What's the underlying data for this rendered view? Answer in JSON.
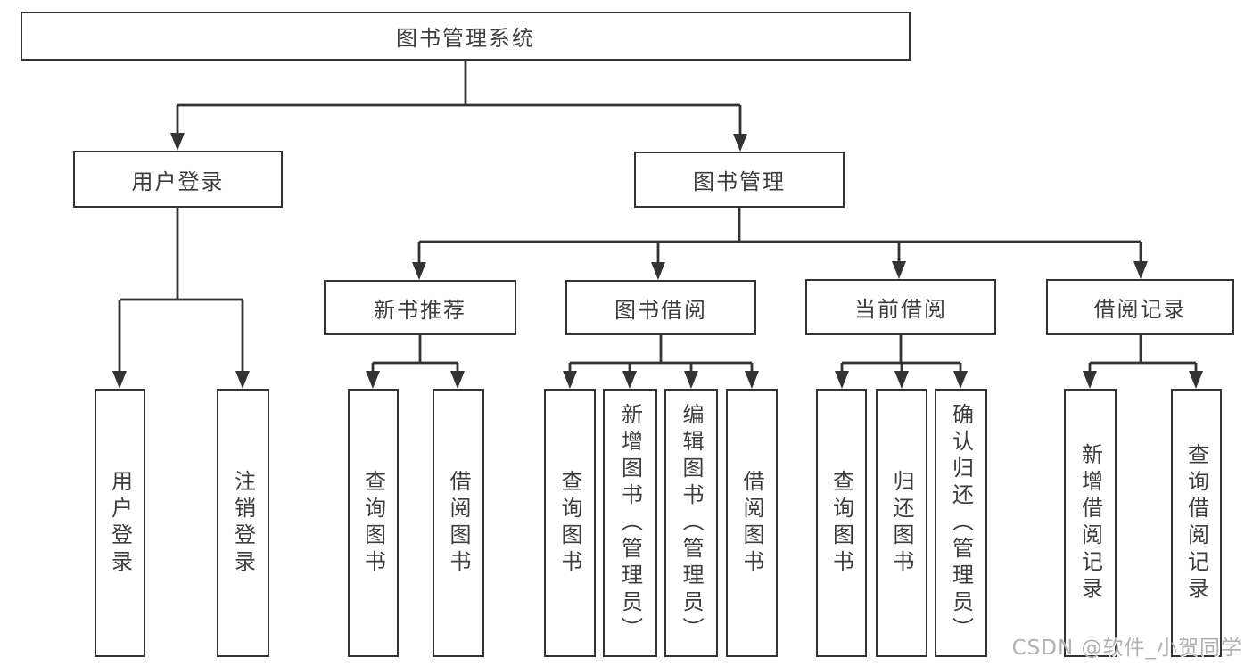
{
  "watermark": {
    "text": "CSDN @软件_小贺同学"
  },
  "colors": {
    "line": "#333333",
    "box_border": "#333333",
    "box_background": "#ffffff",
    "text": "#3d3d3d",
    "watermark": "#b0b0b0",
    "page_background": "#ffffff"
  },
  "tree": {
    "label": "图书管理系统",
    "children": [
      {
        "label": "用户登录",
        "children": [
          {
            "label": "用户登录"
          },
          {
            "label": "注销登录"
          }
        ]
      },
      {
        "label": "图书管理",
        "children": [
          {
            "label": "新书推荐",
            "children": [
              {
                "label": "查询图书"
              },
              {
                "label": "借阅图书"
              }
            ]
          },
          {
            "label": "图书借阅",
            "children": [
              {
                "label": "查询图书"
              },
              {
                "label": "新增图书（管理员）"
              },
              {
                "label": "编辑图书（管理员）"
              },
              {
                "label": "借阅图书"
              }
            ]
          },
          {
            "label": "当前借阅",
            "children": [
              {
                "label": "查询图书"
              },
              {
                "label": "归还图书"
              },
              {
                "label": "确认归还（管理员）"
              }
            ]
          },
          {
            "label": "借阅记录",
            "children": [
              {
                "label": "新增借阅记录"
              },
              {
                "label": "查询借阅记录"
              }
            ]
          }
        ]
      }
    ]
  }
}
